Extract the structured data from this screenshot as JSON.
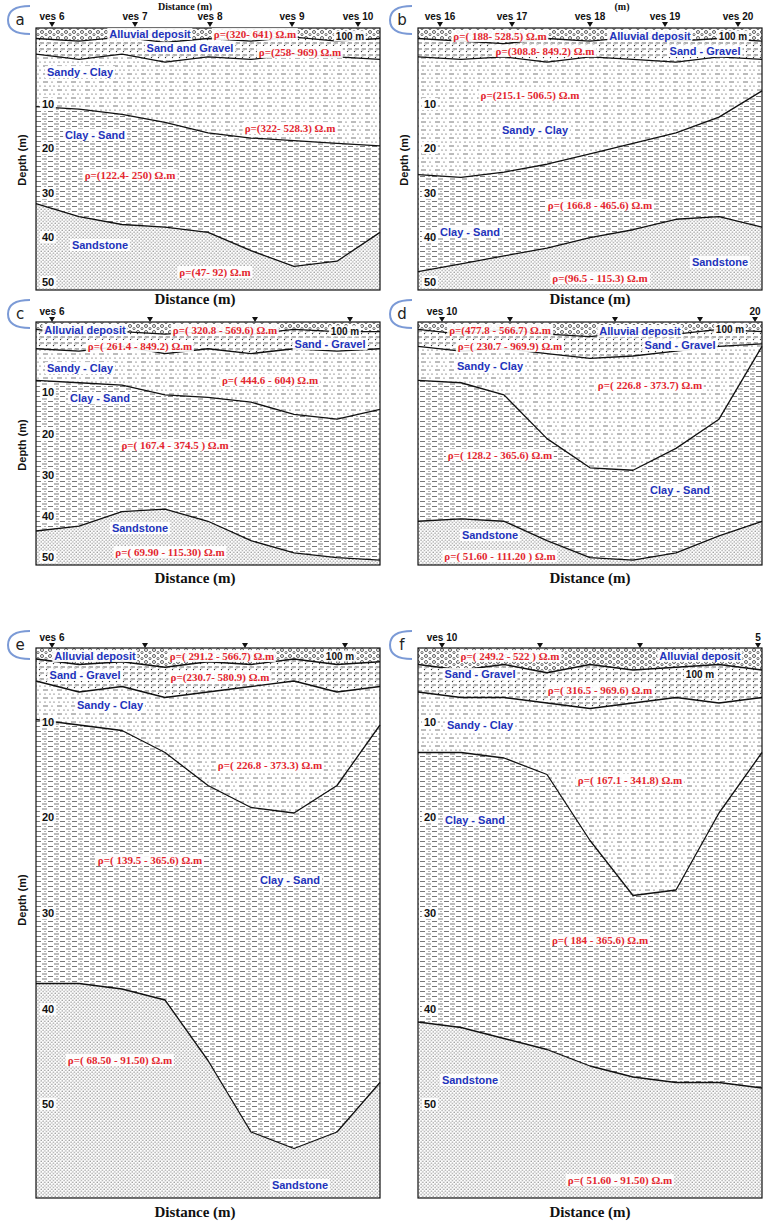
{
  "diagram": {
    "labels": [
      "a",
      "Distance (m)",
      "ves 6",
      "ves 7",
      "ves 8",
      "ves 9",
      "ves 10",
      "Alluvial deposit",
      "ρ=(320- 641) Ω.m",
      "100 m",
      "Sand and Gravel",
      "ρ=(258- 969) Ω.m",
      "Sandy - Clay",
      "ρ=(322- 528.3) Ω.m",
      "Clay - Sand",
      "ρ=(122.4- 250) Ω.m",
      "Sandstone",
      "ρ=(47- 92) Ω.m",
      "Depth (m)",
      "10",
      "20",
      "30",
      "40",
      "50",
      "Distance (m)",
      "b",
      "(m)",
      "ves 16",
      "ves 17",
      "ves 18",
      "ves 19",
      "ves 20",
      "ρ=( 188- 528.5) Ω.m",
      "Alluvial deposit",
      "100 m",
      "ρ=(308.8- 849.2) Ω.m",
      "Sand - Gravel",
      "ρ=(215.1- 506.5) Ω.m",
      "Sandy - Clay",
      "Clay - Sand",
      "ρ=( 166.8 - 465.6) Ω.m",
      "Sandstone",
      "ρ=(96.5 - 115.3) Ω.m",
      "Depth (m)",
      "10",
      "20",
      "30",
      "40",
      "50",
      "Distance (m)",
      "c",
      "ves 6",
      "100 m",
      "Alluvial deposit",
      "ρ=( 320.8 - 569.6) Ω.m",
      "ρ=( 261.4 - 849.2) Ω.m",
      "Sand - Gravel",
      "Sandy - Clay",
      "ρ=( 444.6 - 604) Ω.m",
      "Clay - Sand",
      "ρ=( 167.4 - 374.5 ) Ω.m",
      "Sandstone",
      "ρ=( 69.90 - 115.30) Ω.m",
      "Depth (m)",
      "10",
      "20",
      "30",
      "40",
      "50",
      "Distance (m)",
      "d",
      "ves 10",
      "20",
      "ρ=(477.8 - 566.7) Ω.m",
      "Alluvial deposit",
      "100 m",
      "ρ=( 230.7 - 969.9) Ω.m",
      "Sand - Gravel",
      "Sandy - Clay",
      "ρ=( 226.8 - 373.7) Ω.m",
      "ρ=( 128.2 - 365.6) Ω.m",
      "Clay - Sand",
      "Sandstone",
      "ρ=( 51.60 - 111.20 ) Ω.m",
      "Distance (m)",
      "e",
      "ves 6",
      "Alluvial deposit",
      "ρ=( 291.2 - 566.7) Ω.m",
      "100 m",
      "Sand - Gravel",
      "ρ=(230.7- 580.9) Ω.m",
      "Sandy - Clay",
      "ρ=( 226.8 - 373.3) Ω.m",
      "ρ=( 139.5 - 365.6) Ω.m",
      "Clay - Sand",
      "ρ=( 68.50 - 91.50) Ω.m",
      "Sandstone",
      "Depth (m)",
      "10",
      "20",
      "30",
      "40",
      "50",
      "Distance (m)",
      "f",
      "ves 10",
      "5",
      "ρ=( 249.2 - 522 ) Ω.m",
      "Alluvial deposit",
      "100 m",
      "Sand - Gravel",
      "ρ=( 316.5 - 969.6) Ω.m",
      "Sandy - Clay",
      "ρ=( 167.1 - 341.8) Ω.m",
      "Clay - Sand",
      "ρ=( 184 - 365.6) Ω.m",
      "Sandstone",
      "ρ=( 51.60 - 91.50) Ω.m",
      "10",
      "20",
      "30",
      "40",
      "50",
      "Distance (m)"
    ]
  }
}
